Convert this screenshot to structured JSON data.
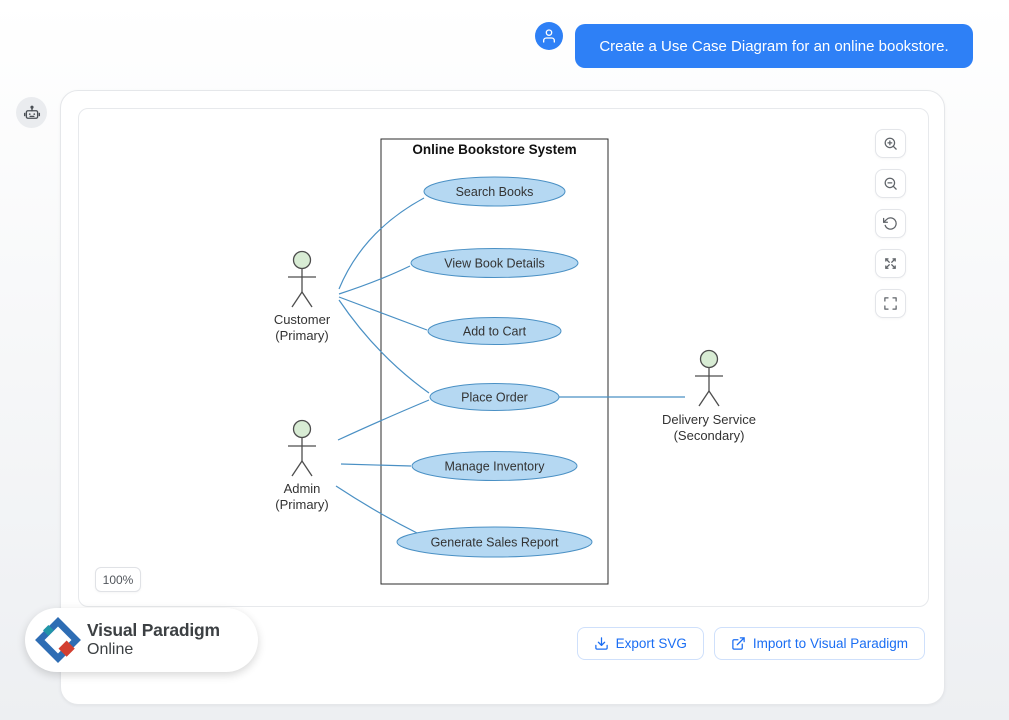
{
  "chat": {
    "message": "Create a Use Case Diagram for an online bookstore."
  },
  "canvas": {
    "zoom_level": "100%"
  },
  "actions": {
    "export_svg_label": "Export SVG",
    "import_label": "Import to Visual Paradigm"
  },
  "logo": {
    "brand": "Visual Paradigm",
    "product": "Online"
  },
  "icons": {
    "avatar": "user-icon",
    "assistant": "robot-icon",
    "toolbar": [
      "zoom-in-icon",
      "zoom-out-icon",
      "reset-view-icon",
      "expand-icon",
      "fullscreen-icon"
    ],
    "export": "download-icon",
    "import": "external-link-icon",
    "logo_mark": "vp-logo-icon"
  },
  "diagram": {
    "system_title": "Online Bookstore System",
    "use_cases": [
      "Search Books",
      "View Book Details",
      "Add to Cart",
      "Place Order",
      "Manage Inventory",
      "Generate Sales Report"
    ],
    "actors": [
      {
        "name": "Customer",
        "role": "(Primary)"
      },
      {
        "name": "Admin",
        "role": "(Primary)"
      },
      {
        "name": "Delivery Service",
        "role": "(Secondary)"
      }
    ],
    "associations": [
      "Customer - Search Books",
      "Customer - View Book Details",
      "Customer - Add to Cart",
      "Customer - Place Order",
      "Admin - Place Order",
      "Admin - Manage Inventory",
      "Admin - Generate Sales Report",
      "Place Order - Delivery Service"
    ]
  },
  "colors": {
    "accent_blue": "#2e80f6",
    "usecase_fill": "#b5d8f2",
    "usecase_stroke": "#4a90c4",
    "connector": "#4a90c4",
    "actor_head_fill": "#d8ecd4",
    "button_text": "#1b6ef3"
  }
}
